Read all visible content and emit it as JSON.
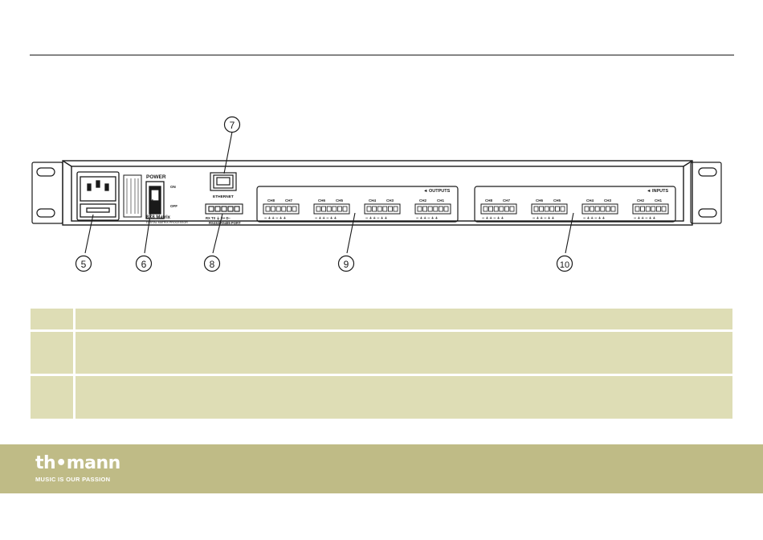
{
  "device": {
    "power_label": "POWER",
    "on_label": "ON",
    "off_label": "OFF",
    "ethernet_label": "ETHERNET",
    "model_name": "8X8 Matrix",
    "model_subtitle": "DIGITAL MATRIX PROCESSOR",
    "rs_port_label": "RS232/RS485 PORT",
    "rs_pins": "RX TX  ⏚  D+ D−",
    "outputs_label": "◄ OUTPUTS",
    "inputs_label": "◄ INPUTS",
    "channel_groups": [
      [
        "CH8",
        "CH7"
      ],
      [
        "CH6",
        "CH5"
      ],
      [
        "CH4",
        "CH3"
      ],
      [
        "CH2",
        "CH1"
      ]
    ],
    "terminal_signs": "− + + − + +"
  },
  "callouts": {
    "c5": "5",
    "c6": "6",
    "c7": "7",
    "c8": "8",
    "c9": "9",
    "c10": "10"
  },
  "footer": {
    "brand": "th•mann",
    "tagline": "MUSIC IS OUR PASSION"
  }
}
